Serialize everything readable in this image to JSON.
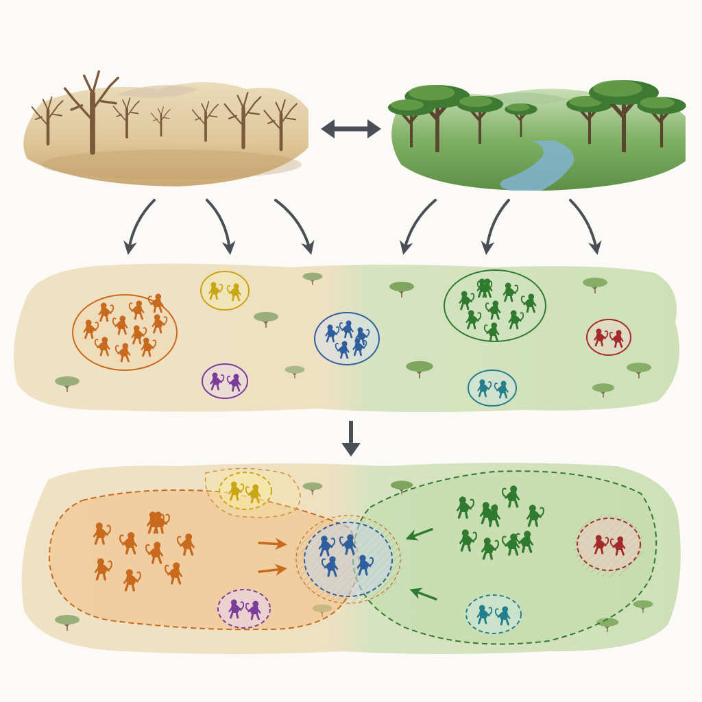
{
  "palette": {
    "background": "#fbfaf7",
    "dry_ground": "#efe2c4",
    "dry_ground_dark": "#d9c096",
    "wet_ground": "#d3e2bd",
    "wet_ground_dark": "#a9c48c",
    "arrow": "#4a4f55",
    "dead_tree": "#7b5a3c",
    "forest_tree": "#3f7a32",
    "canopy_light": "#6aa14c",
    "river": "#7fb3c9"
  },
  "icons": {
    "climate_link": "double-headed-arrow-icon",
    "flow": "curved-down-arrow-icon",
    "stage_transition": "down-arrow-icon",
    "invasion": "right-arrow-icon",
    "animal": "monkey-icon",
    "shrub": "acacia-shrub-icon"
  },
  "landscapes": {
    "dry": {
      "kind": "arid savanna",
      "tree_count": 7
    },
    "wet": {
      "kind": "forest with river",
      "tree_count": 7
    }
  },
  "groups": [
    {
      "id": "orange",
      "color": "#c86a1e",
      "habitat": "dry",
      "members_stage1": 10,
      "members_stage2": 10
    },
    {
      "id": "yellow",
      "color": "#c9a614",
      "habitat": "dry",
      "members_stage1": 2,
      "members_stage2": 2
    },
    {
      "id": "purple",
      "color": "#7b3d9a",
      "habitat": "dry",
      "members_stage1": 2,
      "members_stage2": 2
    },
    {
      "id": "blue",
      "color": "#2f5e9e",
      "habitat": "boundary",
      "members_stage1": 5,
      "members_stage2": 4
    },
    {
      "id": "green",
      "color": "#2f7a2f",
      "habitat": "wet",
      "members_stage1": 9,
      "members_stage2": 9
    },
    {
      "id": "red",
      "color": "#a32a2a",
      "habitat": "wet",
      "members_stage1": 2,
      "members_stage2": 2
    },
    {
      "id": "teal",
      "color": "#237f8e",
      "habitat": "wet",
      "members_stage1": 2,
      "members_stage2": 2
    }
  ],
  "stages": {
    "top_flow_arrows": 6,
    "range_expansion_arrows": {
      "from_dry": 2,
      "from_wet": 2
    }
  }
}
